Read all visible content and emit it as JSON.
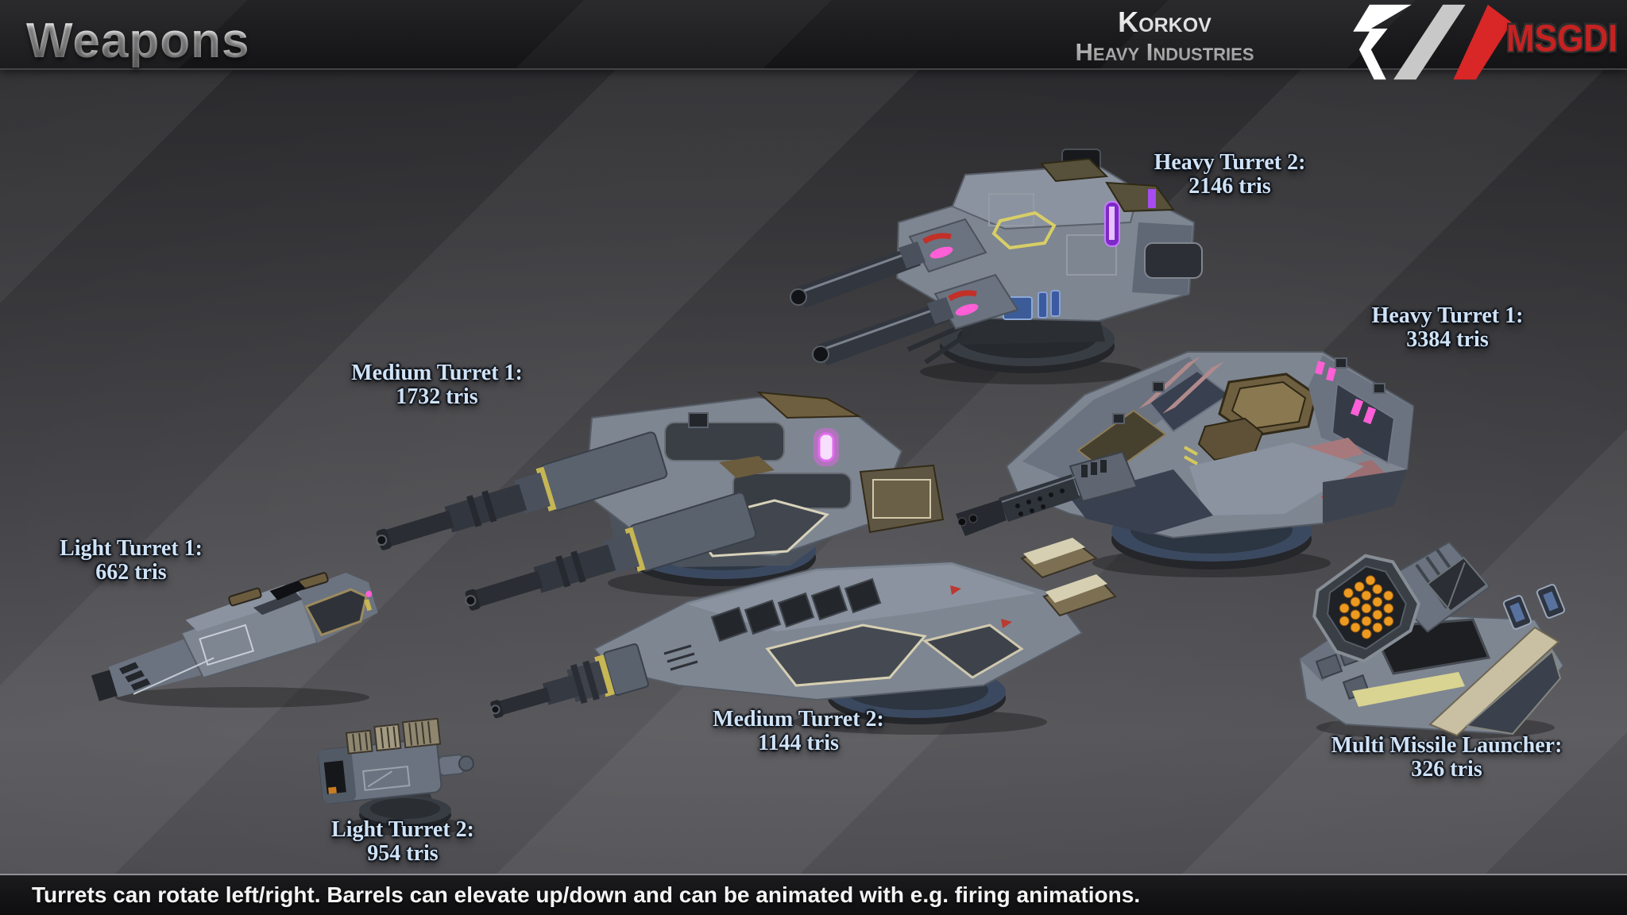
{
  "header": {
    "title": "Weapons",
    "brand": {
      "line1": "Korkov",
      "line2": "Heavy Industries"
    },
    "msgdi": "MSGDI",
    "logo_icons": [
      "white-bracket-slash",
      "silver-slash",
      "red-slash"
    ]
  },
  "turrets": [
    {
      "id": "heavy-turret-2",
      "name": "Heavy Turret 2:",
      "tris": "2146 tris"
    },
    {
      "id": "heavy-turret-1",
      "name": "Heavy Turret 1:",
      "tris": "3384 tris"
    },
    {
      "id": "medium-turret-1",
      "name": "Medium Turret 1:",
      "tris": "1732 tris"
    },
    {
      "id": "medium-turret-2",
      "name": "Medium Turret 2:",
      "tris": "1144 tris"
    },
    {
      "id": "light-turret-1",
      "name": "Light Turret 1:",
      "tris": "662 tris"
    },
    {
      "id": "light-turret-2",
      "name": "Light Turret 2:",
      "tris": "954 tris"
    },
    {
      "id": "multi-missile-launcher",
      "name": "Multi Missile Launcher:",
      "tris": "326 tris"
    }
  ],
  "footer": {
    "note": "Turrets can rotate left/right. Barrels can elevate up/down and can be animated with e.g. firing animations."
  },
  "colors": {
    "label_text": "#cfe2f6",
    "msgdi_red": "#c62222",
    "logo_red": "#d92626",
    "glow_magenta": "#ff5fd6",
    "glow_purple": "#a64cf0",
    "decal_yellow": "#d8ce66",
    "missile_orange": "#ec9a20",
    "background_gray": "#4a4a4e"
  }
}
